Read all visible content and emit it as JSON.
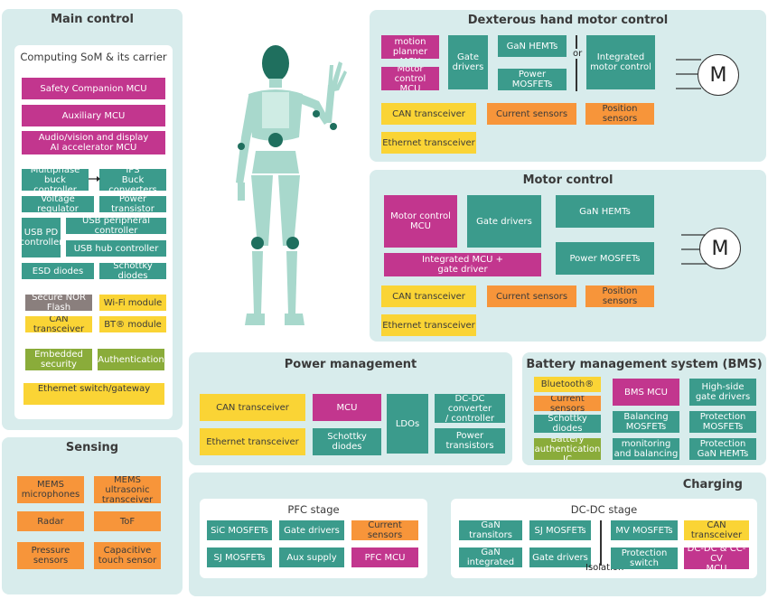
{
  "main_control": {
    "title": "Main control",
    "som_title": "Computing SoM & its carrier",
    "safety_mcu": "Safety Companion MCU",
    "aux_mcu": "Auxiliary MCU",
    "av_ai_mcu": "Audio/vision and display\nAI accelerator MCU",
    "multiphase": "Multiphase buck\ncontroller",
    "ips": "IPS\nBuck converters",
    "vreg": "Voltage regulator",
    "power_transistor": "Power transistor",
    "usb_pd": "USB PD\ncontroller",
    "usb_periph": "USB peripheral controller",
    "usb_hub": "USB hub controller",
    "esd": "ESD diodes",
    "schottky": "Schottky diodes",
    "nor_flash": "Secure NOR Flash",
    "wifi": "Wi-Fi module",
    "can": "CAN transceiver",
    "bt": "BT® module",
    "embedded_sec": "Embedded\nsecurity",
    "auth": "Authentication",
    "eth_switch": "Ethernet switch/gateway"
  },
  "sensing": {
    "title": "Sensing",
    "mems_mic": "MEMS\nmicrophones",
    "mems_ultra": "MEMS ultrasonic\ntransceiver",
    "radar": "Radar",
    "tof": "ToF",
    "pressure": "Pressure sensors",
    "capacitive": "Capacitive\ntouch sensor"
  },
  "hand": {
    "title": "Dexterous hand motor control",
    "planner": "Hand motion\nplanner MCU",
    "motor_mcu": "Motor control\nMCU",
    "gate": "Gate\ndrivers",
    "gan": "GaN HEMTs",
    "mosfets": "Power MOSFETs",
    "or": "or",
    "integrated": "Integrated\nmotor control",
    "motor": "M",
    "can": "CAN transceiver",
    "current": "Current sensors",
    "position": "Position sensors",
    "eth": "Ethernet transceiver"
  },
  "motor_control": {
    "title": "Motor control",
    "mcu": "Motor control\nMCU",
    "gate": "Gate drivers",
    "gan": "GaN HEMTs",
    "integrated": "Integrated MCU +\ngate driver",
    "mosfets": "Power MOSFETs",
    "motor": "M",
    "can": "CAN transceiver",
    "current": "Current sensors",
    "position": "Position sensors",
    "eth": "Ethernet transceiver"
  },
  "power": {
    "title": "Power management",
    "can": "CAN transceiver",
    "mcu": "MCU",
    "ldos": "LDOs",
    "dcdc": "DC-DC converter\n/ controller",
    "eth": "Ethernet transceiver",
    "schottky": "Schottky\ndiodes",
    "transistors": "Power transistors"
  },
  "bms": {
    "title": "Battery management system (BMS)",
    "bluetooth": "Bluetooth®",
    "current": "Current sensors",
    "schottky": "Schottky diodes",
    "auth": "Battery\nauthentication IC",
    "bms_mcu": "BMS MCU",
    "balancing": "Balancing\nMOSFETs",
    "cell_mon": "Cell monitoring\nand balancing IC",
    "hs_gate": "High-side\ngate drivers",
    "prot_mosfets": "Protection\nMOSFETs",
    "prot_gan": "Protection\nGaN HEMTs"
  },
  "charging": {
    "title": "Charging",
    "pfc_title": "PFC stage",
    "sic": "SiC MOSFETs",
    "gate": "Gate drivers",
    "current": "Current sensors",
    "sj": "SJ MOSFETs",
    "aux": "Aux supply",
    "pfc_mcu": "PFC MCU",
    "dcdc_title": "DC-DC stage",
    "gan_tr": "GaN transitors",
    "sj2": "SJ MOSFETs",
    "gan_int": "GaN integrated",
    "gate2": "Gate drivers",
    "isolation": "Isolation",
    "mv": "MV MOSFETs",
    "can": "CAN transceiver",
    "prot_switch": "Protection\nswitch",
    "cc_mcu": "DC-DC & CC-CV\nMCU"
  },
  "colors": {
    "panel": "#d8ecec",
    "teal": "#3b9b8c",
    "magenta": "#c2368e",
    "yellow": "#fad435",
    "orange": "#f7953a",
    "green": "#8aac3a",
    "gray": "#8a7f7d"
  },
  "icons": [
    "humanoid-robot-icon",
    "motor-icon",
    "arrow-icon"
  ]
}
